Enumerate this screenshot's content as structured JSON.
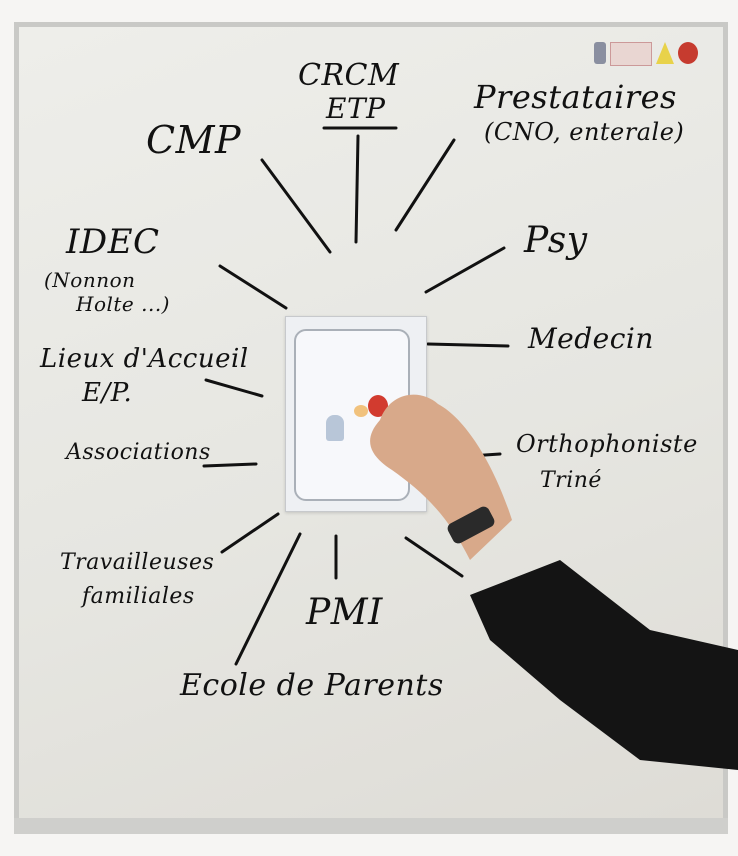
{
  "board": {
    "center_image_alt": "illustration card",
    "labels": {
      "cmp": "CMP",
      "crcm": "CRCM",
      "etp": "ETP",
      "prestataires": "Prestataires",
      "prestataires_sub": "(CNO, enterale)",
      "psy": "Psy",
      "idec": "IDEC",
      "idec_sub1": "(Nonnon",
      "idec_sub2": "Holte ...)",
      "lieux1": "Lieux d'Accueil",
      "lieux2": "E/P.",
      "associations": "Associations",
      "medecin": "Medecin",
      "ortho1": "Orthophoniste",
      "ortho2": "Triné",
      "travail1": "Travailleuses",
      "travail2": "familiales",
      "pmi": "PMI",
      "ecole": "Ecole de Parents"
    }
  },
  "colors": {
    "ink": "#111111",
    "board": "#e9e9e5",
    "frame": "#c9c9c6",
    "sleeve": "#141414",
    "skin": "#d8a98a"
  }
}
